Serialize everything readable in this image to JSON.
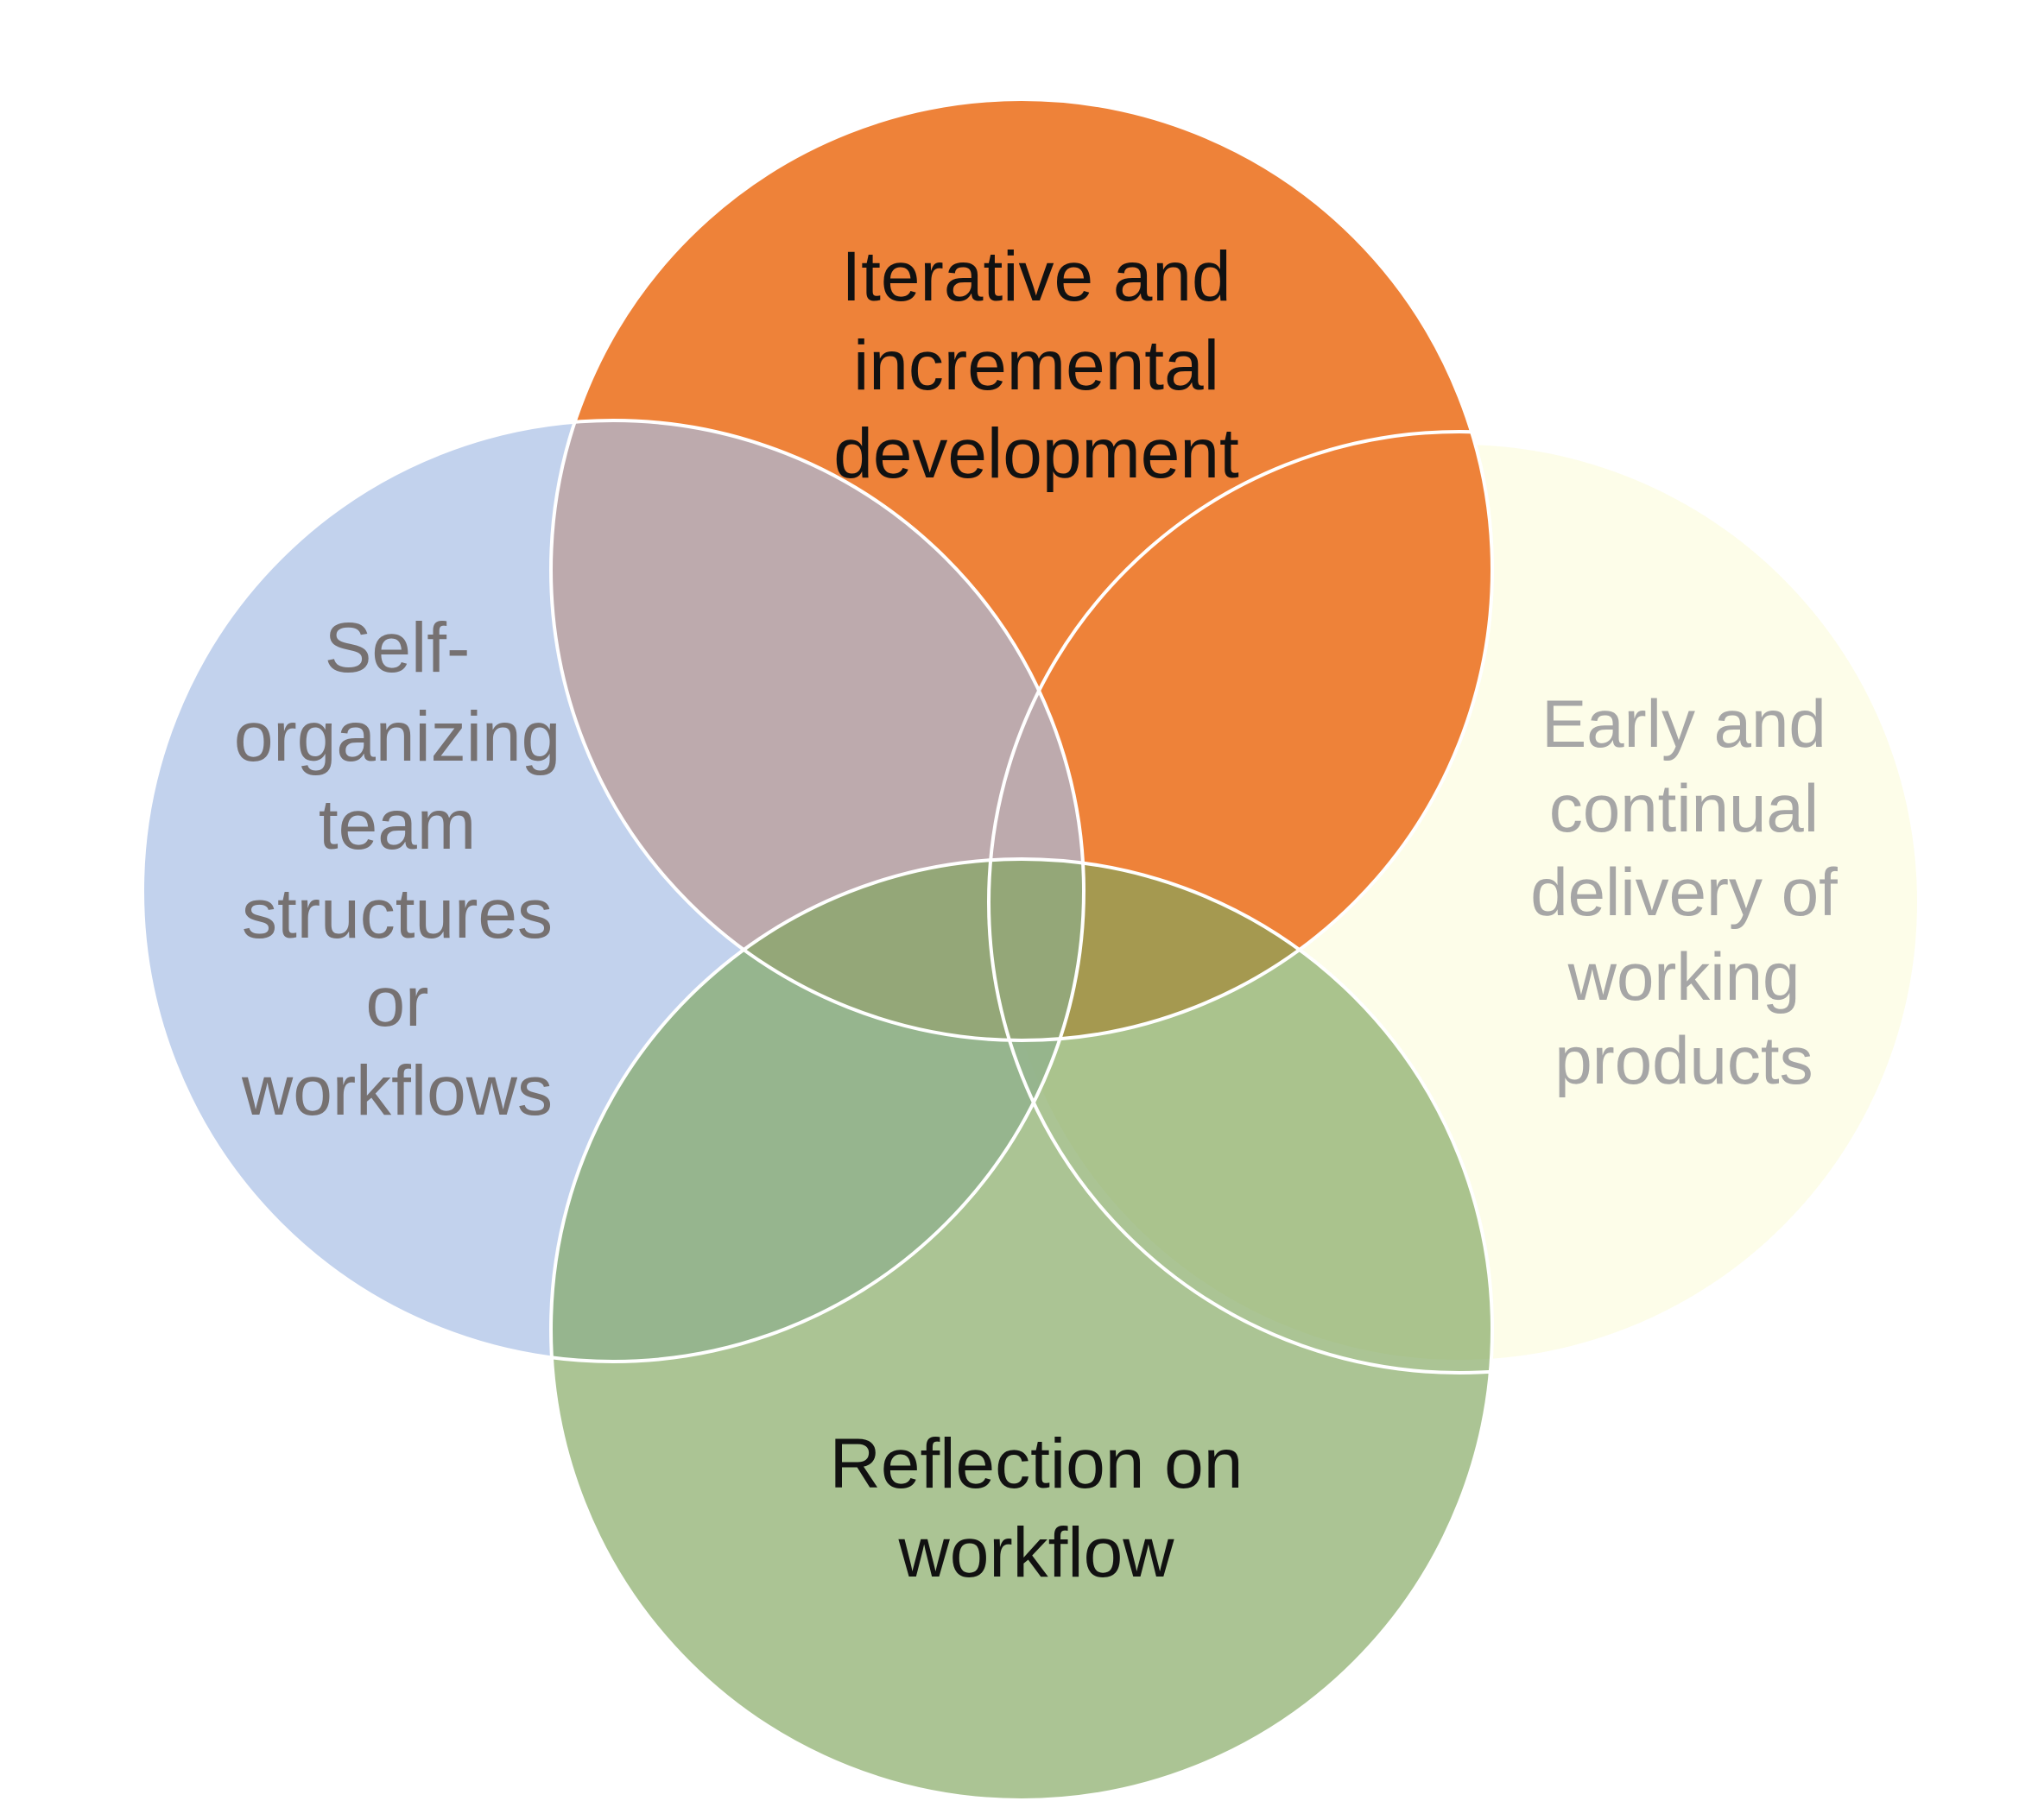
{
  "diagram": {
    "circles": [
      {
        "id": "top",
        "label": "Iterative and\nincremental\ndevelopment",
        "fill": "#ED7D31",
        "text_color": "#111111"
      },
      {
        "id": "left",
        "label": "Self-\norganizing\nteam\nstructures\nor\nworkflows",
        "fill": "#B4C7E7",
        "text_color": "#767171"
      },
      {
        "id": "right",
        "label": "Early and\ncontinual\ndelivery of\nworking\nproducts",
        "fill": "#FDFDE9",
        "text_color": "#A6A6A6"
      },
      {
        "id": "bottom",
        "label": "Reflection on\nworkflow",
        "fill": "#93B27A",
        "text_color": "#111111"
      }
    ],
    "outline_color": "#FFFFFF"
  }
}
